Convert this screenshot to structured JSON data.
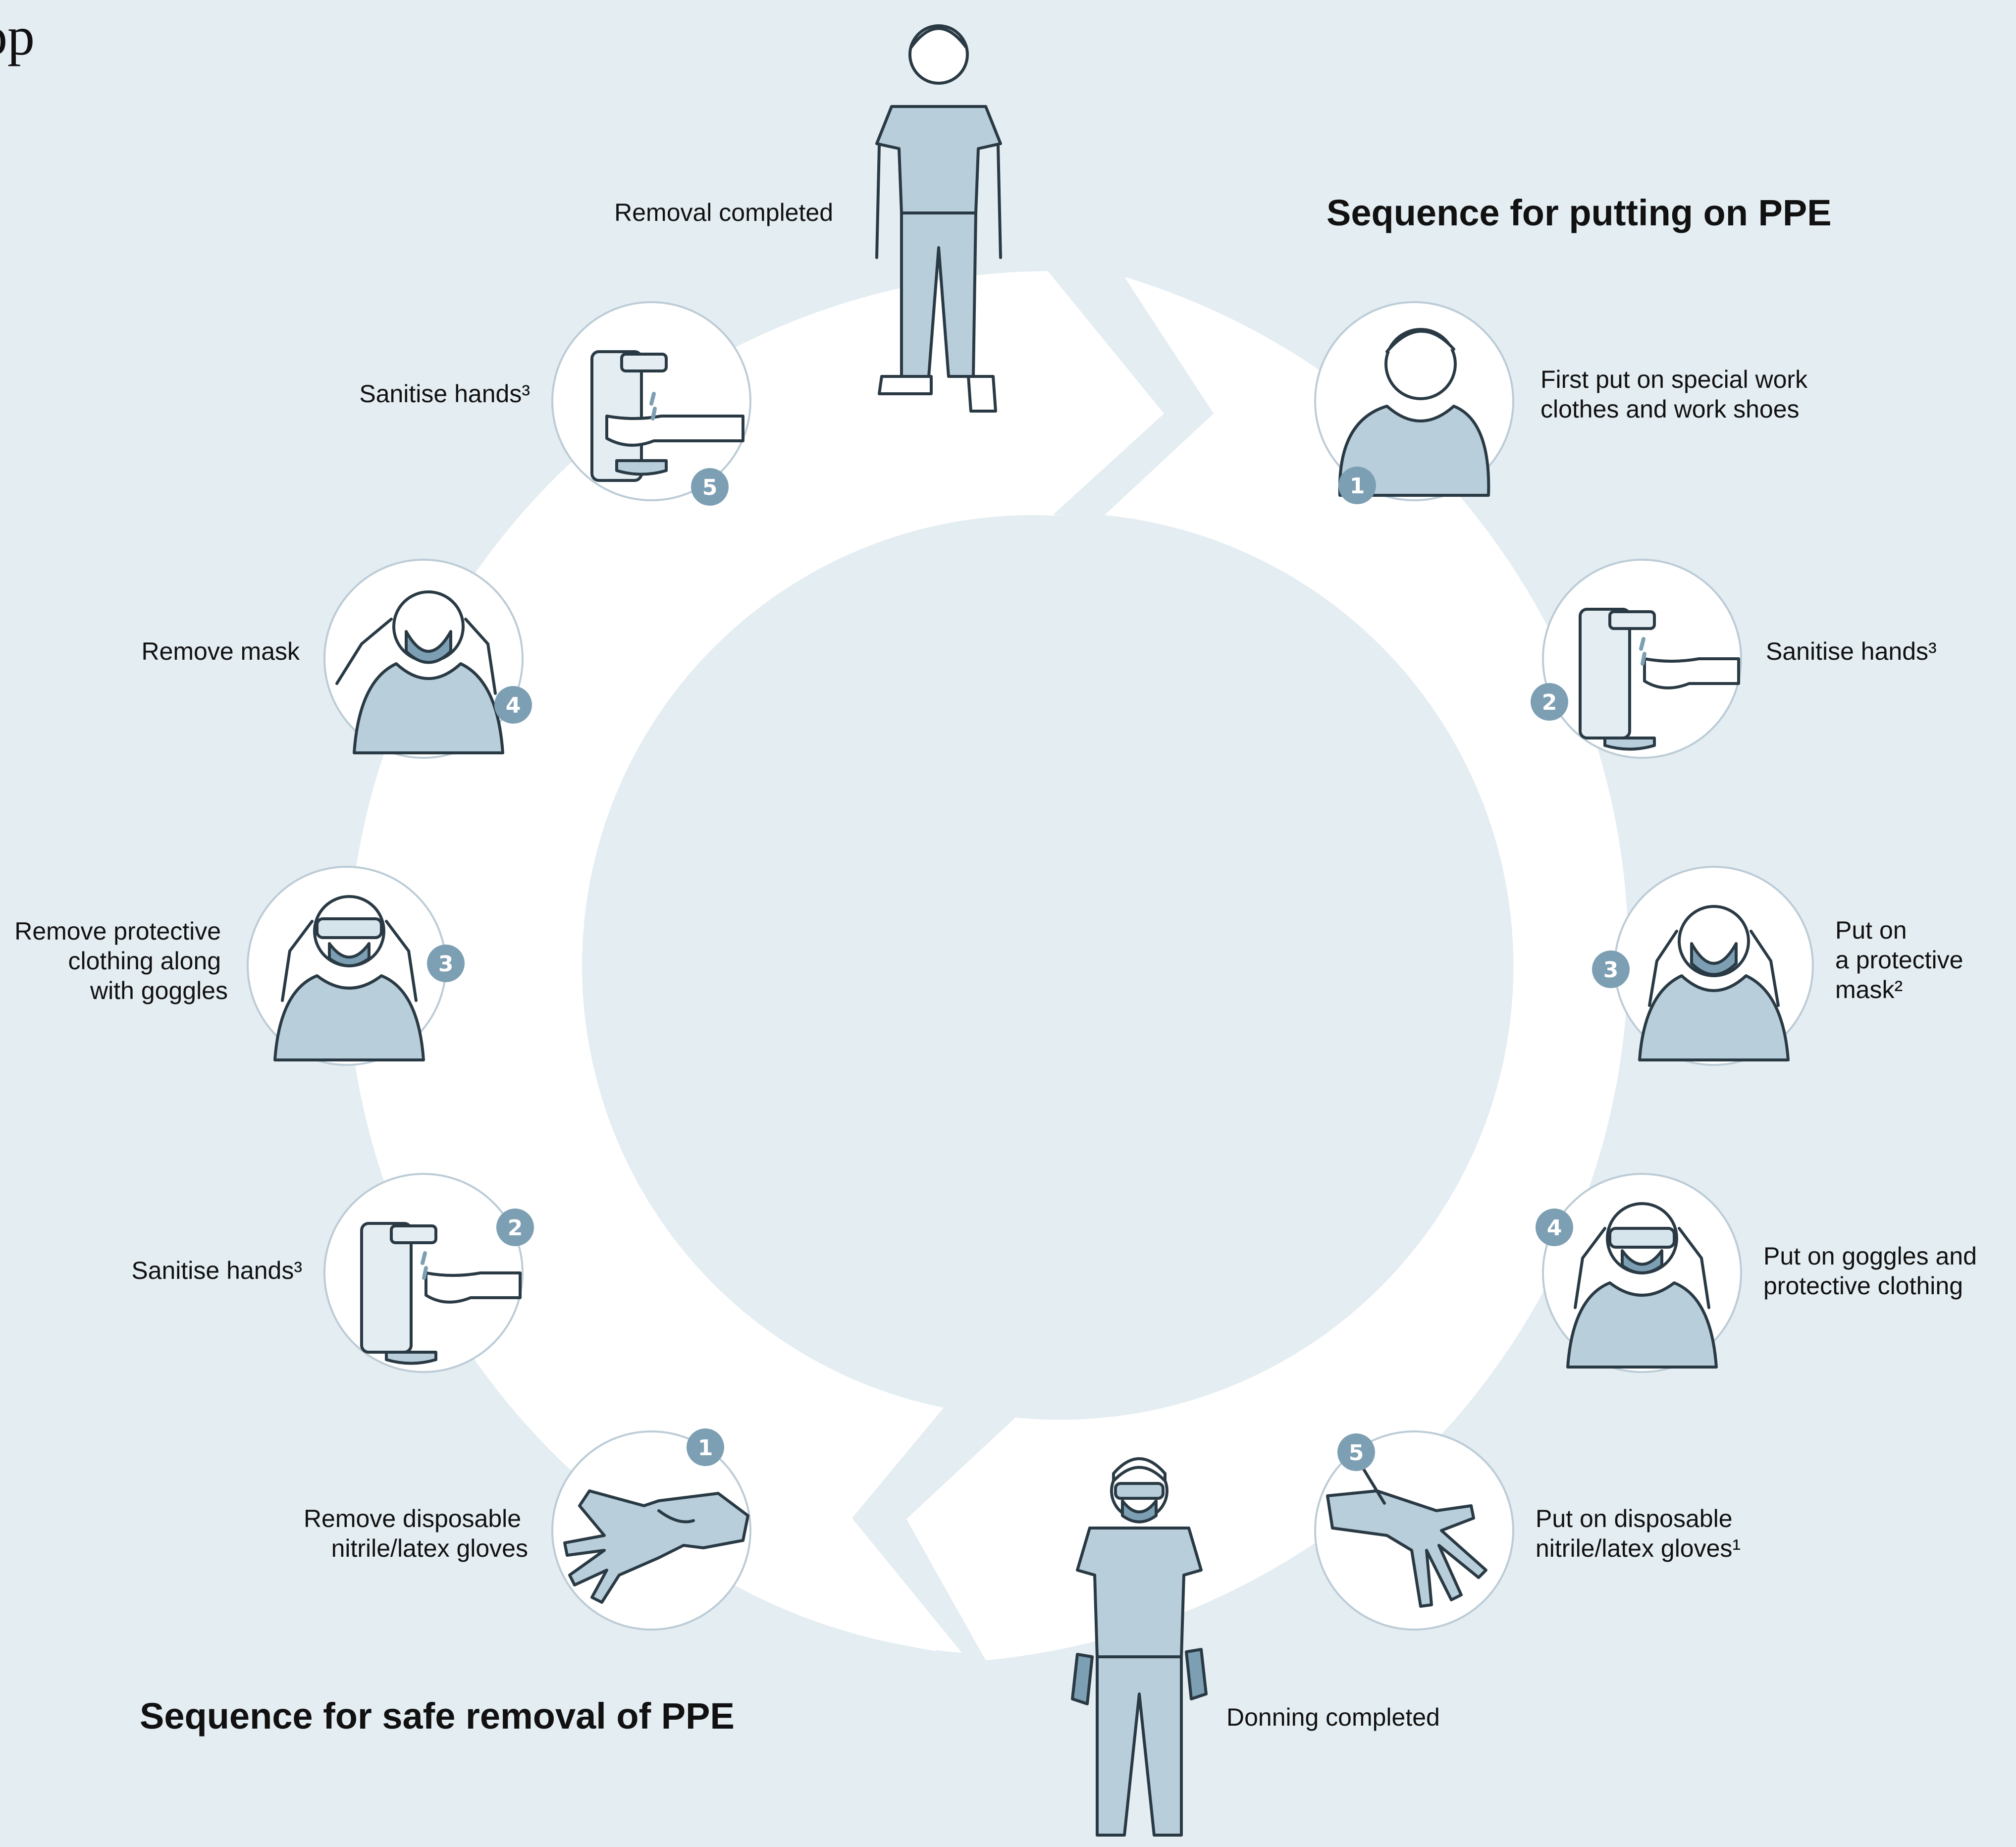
{
  "corner_fragment": "op",
  "donning": {
    "title": "Sequence for putting on PPE",
    "steps": [
      {
        "number": "1",
        "label_lines": [
          "First put on special work",
          "clothes and work shoes"
        ],
        "icon": "person-bust-icon"
      },
      {
        "number": "2",
        "label_lines": [
          "Sanitise hands³"
        ],
        "icon": "hand-sanitiser-icon"
      },
      {
        "number": "3",
        "label_lines": [
          "Put on",
          "a protective",
          "mask²"
        ],
        "icon": "mask-on-icon"
      },
      {
        "number": "4",
        "label_lines": [
          "Put on goggles and",
          "protective clothing"
        ],
        "icon": "goggles-icon"
      },
      {
        "number": "5",
        "label_lines": [
          "Put on disposable",
          "nitrile/latex gloves¹"
        ],
        "icon": "glove-icon"
      }
    ],
    "completed_label": "Donning completed",
    "completed_icon": "fully-protected-person-icon"
  },
  "removal": {
    "title": "Sequence for safe removal of PPE",
    "steps": [
      {
        "number": "1",
        "label_lines": [
          "Remove disposable",
          "nitrile/latex gloves"
        ],
        "icon": "glove-removal-icon"
      },
      {
        "number": "2",
        "label_lines": [
          "Sanitise hands³"
        ],
        "icon": "hand-sanitiser-icon"
      },
      {
        "number": "3",
        "label_lines": [
          "Remove protective",
          "clothing along",
          "with goggles"
        ],
        "icon": "goggles-removal-icon"
      },
      {
        "number": "4",
        "label_lines": [
          "Remove mask"
        ],
        "icon": "mask-removal-icon"
      },
      {
        "number": "5",
        "label_lines": [
          "Sanitise hands³"
        ],
        "icon": "hand-sanitiser-icon"
      }
    ],
    "completed_label": "Removal completed",
    "completed_icon": "standing-person-icon"
  },
  "colors": {
    "background": "#e4edf2",
    "ring": "#ffffff",
    "badge": "#7d9fb3",
    "garment": "#b8cfdb",
    "garment_light": "#d6e4ec",
    "ink": "#2a3a44",
    "circle_fill": "#f1f5f8",
    "circle_stroke": "#bcccd6"
  }
}
